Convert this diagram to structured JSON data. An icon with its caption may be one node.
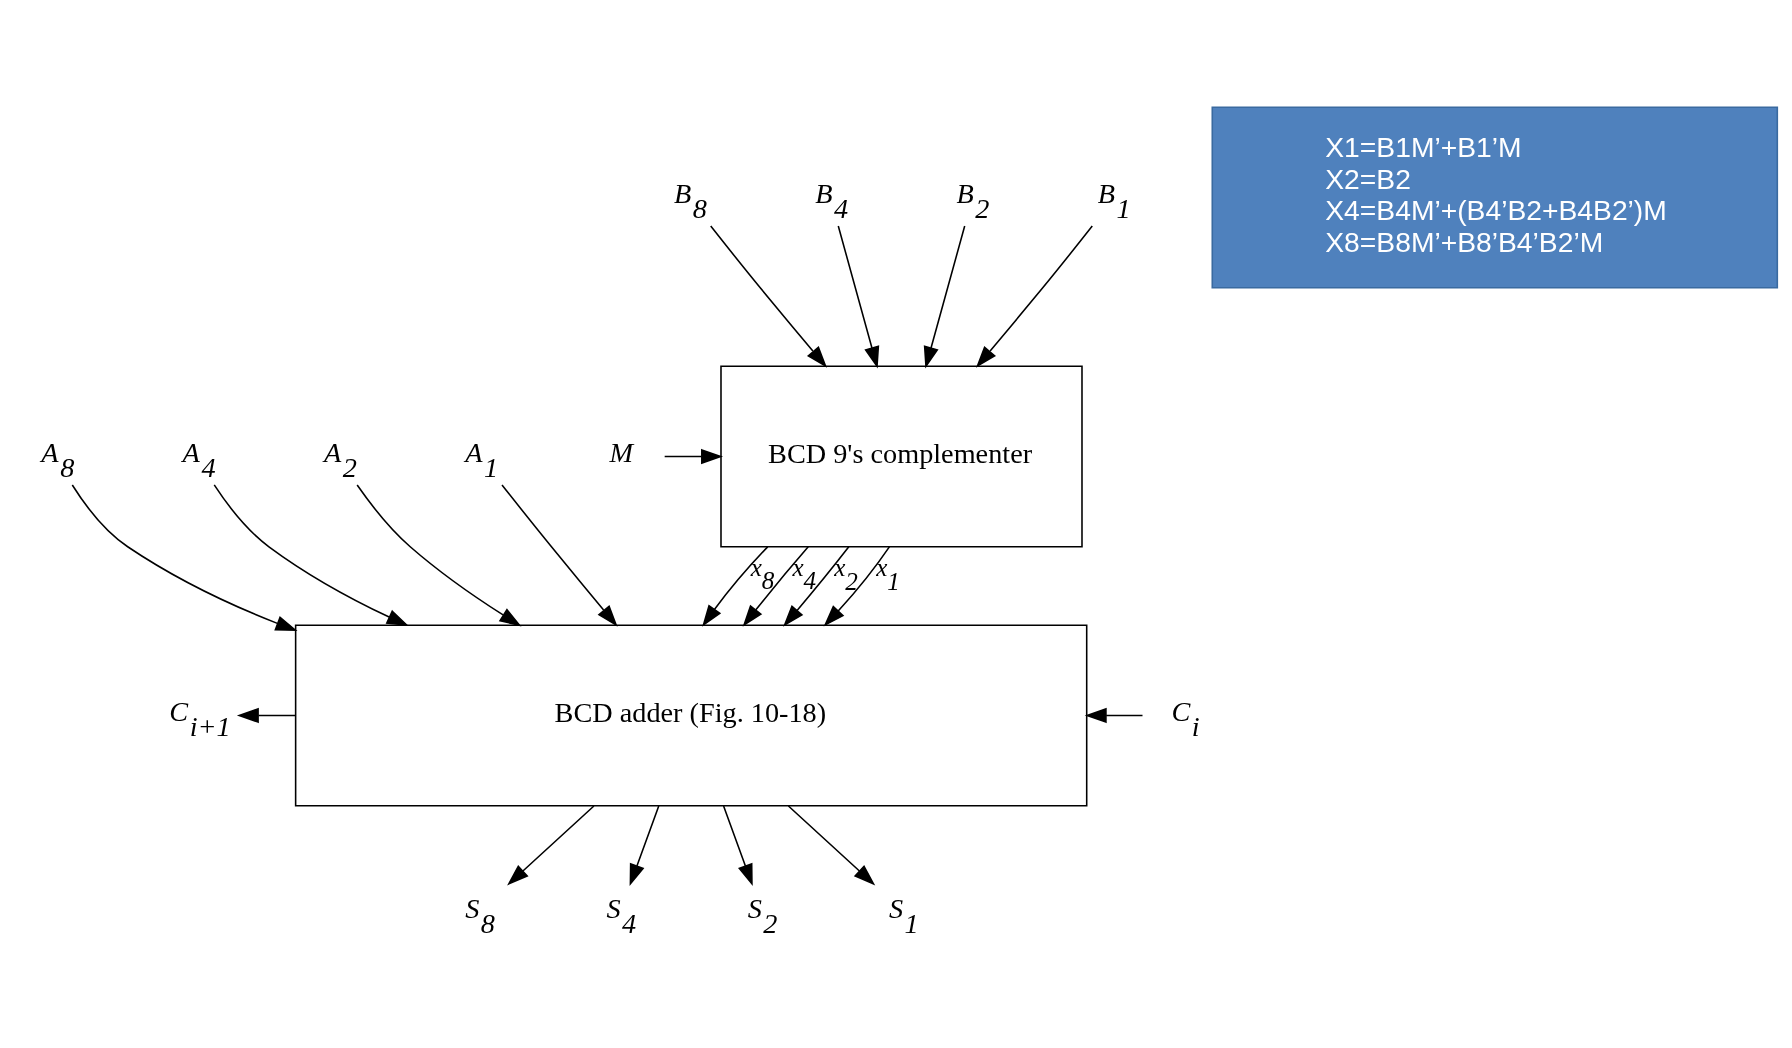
{
  "diagram": {
    "nodes": [
      {
        "text": [
          "B$_{8}$"
        ]
      },
      {
        "text": [
          "B$_{4}$"
        ]
      },
      {
        "text": [
          "B$_{2}$"
        ]
      },
      {
        "text": [
          "B$_{1}$"
        ]
      },
      {
        "text": [
          "BCD 9's complementer"
        ]
      },
      {
        "text": [
          "M"
        ]
      },
      {
        "text": [
          "A$_{8}$"
        ]
      },
      {
        "text": [
          "A$_{4}$"
        ]
      },
      {
        "text": [
          "A$_{2}$"
        ]
      },
      {
        "text": [
          "A$_{1}$"
        ]
      },
      {
        "text": [
          "BCD adder (Fig. 10-18)"
        ]
      },
      {
        "text": [
          "C$_{i+1}$"
        ]
      },
      {
        "text": [
          "C$_{i}$"
        ]
      },
      {
        "text": [
          "S$_{8}$"
        ]
      },
      {
        "text": [
          "S$_{4}$"
        ]
      },
      {
        "text": [
          "S$_{2}$"
        ]
      },
      {
        "text": [
          "S$_{1}$"
        ]
      },
      {
        "text": [
          "X1=B1M’+B1’M",
          "X2=B2",
          "X4=B4M’+(B4’B2+B4B2’)M",
          "X8=B8M’+B8’B4’B2’M"
        ]
      }
    ],
    "edges": [
      {
        "from": 0,
        "to": 4,
        "arrow": "to"
      },
      {
        "from": 1,
        "to": 4,
        "arrow": "to"
      },
      {
        "from": 2,
        "to": 4,
        "arrow": "to"
      },
      {
        "from": 3,
        "to": 4,
        "arrow": "to"
      },
      {
        "from": 5,
        "to": 4,
        "arrow": "to"
      },
      {
        "from": 4,
        "to": 10,
        "arrow": "to",
        "label": "x$_{8}$"
      },
      {
        "from": 4,
        "to": 10,
        "arrow": "to",
        "label": "x$_{4}$"
      },
      {
        "from": 4,
        "to": 10,
        "arrow": "to",
        "label": "x$_{2}$"
      },
      {
        "from": 4,
        "to": 10,
        "arrow": "to",
        "label": "x$_{1}$"
      },
      {
        "from": 6,
        "to": 10,
        "arrow": "to"
      },
      {
        "from": 7,
        "to": 10,
        "arrow": "to"
      },
      {
        "from": 8,
        "to": 10,
        "arrow": "to"
      },
      {
        "from": 9,
        "to": 10,
        "arrow": "to"
      },
      {
        "from": 12,
        "to": 10,
        "arrow": "to"
      },
      {
        "from": 10,
        "to": 11,
        "arrow": "to"
      },
      {
        "from": 10,
        "to": 13,
        "arrow": "to"
      },
      {
        "from": 10,
        "to": 14,
        "arrow": "to"
      },
      {
        "from": 10,
        "to": 15,
        "arrow": "to"
      },
      {
        "from": 10,
        "to": 16,
        "arrow": "to"
      }
    ]
  }
}
